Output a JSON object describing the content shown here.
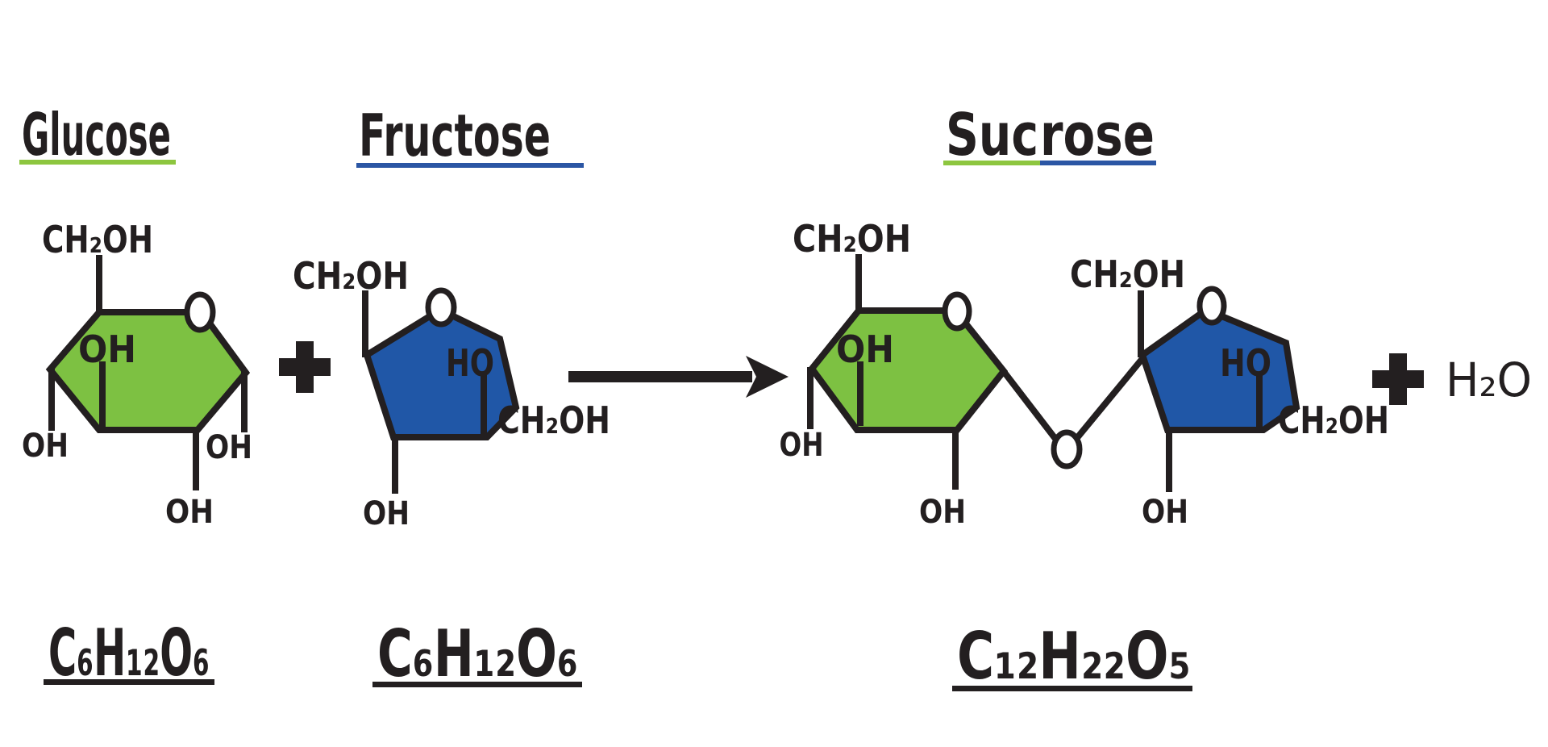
{
  "colors": {
    "green": "#7DC142",
    "blue": "#2057A7",
    "title_green": "#8DC63F",
    "title_blue": "#2B56A4",
    "ink": "#231F20",
    "background": "#FFFFFF"
  },
  "titles": {
    "glucose": "Glucose",
    "fructose": "Fructose",
    "sucrose_part1": "Suc",
    "sucrose_part2": "rose"
  },
  "structure_labels": {
    "ch2oh": "CH₂OH",
    "oh": "OH",
    "ho": "HO"
  },
  "reaction": {
    "plus": "+",
    "water": "H₂O"
  },
  "formulas": {
    "glucose": "C₆H₁₂O₆",
    "fructose": "C₆H₁₂O₆",
    "sucrose": "C₁₂H₂₂O₅"
  }
}
